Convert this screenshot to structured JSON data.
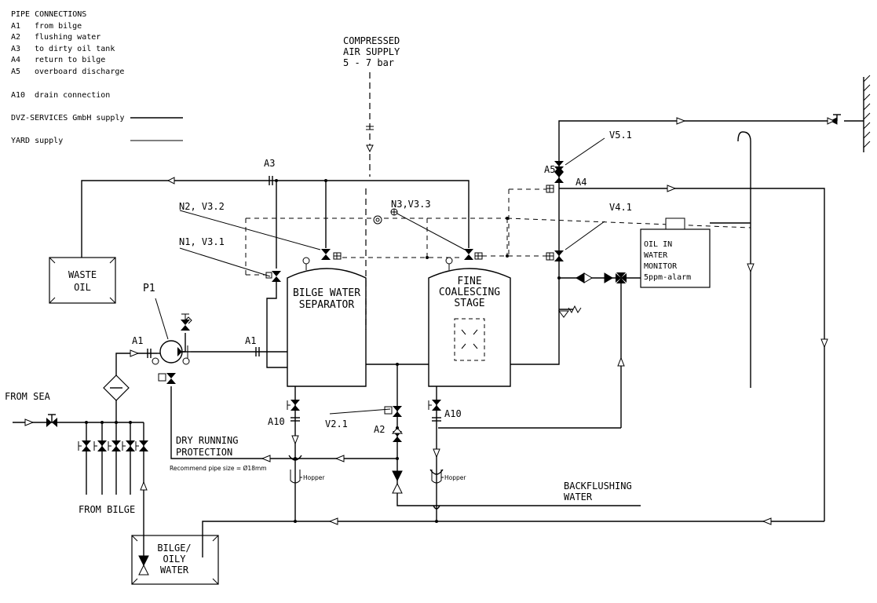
{
  "legend": {
    "title": "PIPE CONNECTIONS",
    "connections": [
      {
        "code": "A1",
        "desc": "from bilge"
      },
      {
        "code": "A2",
        "desc": "flushing water"
      },
      {
        "code": "A3",
        "desc": "to dirty oil tank"
      },
      {
        "code": "A4",
        "desc": "return to bilge"
      },
      {
        "code": "A5",
        "desc": "overboard discharge"
      }
    ],
    "drain": {
      "code": "A10",
      "desc": "drain connection"
    },
    "supplies": [
      {
        "label": "DVZ-SERVICES GmbH supply"
      },
      {
        "label": "YARD supply"
      }
    ]
  },
  "air_supply": [
    "COMPRESSED",
    "AIR SUPPLY",
    "5 - 7 bar"
  ],
  "components": {
    "separator": [
      "BILGE WATER",
      "SEPARATOR"
    ],
    "fine_stage": [
      "FINE",
      "COALESCING",
      "STAGE"
    ],
    "waste_oil": [
      "WASTE",
      "OIL"
    ],
    "monitor": [
      "OIL IN",
      "WATER",
      "MONITOR",
      "5ppm-alarm"
    ],
    "bilge_tank": [
      "BILGE/",
      "OILY",
      "WATER"
    ],
    "pump": "P1"
  },
  "labels": {
    "a1_left": "A1",
    "a1_right": "A1",
    "a3": "A3",
    "a5": "A5",
    "a4": "A4",
    "a2": "A2",
    "a10_left": "A10",
    "a10_right": "A10",
    "v51": "V5.1",
    "v41": "V4.1",
    "n2": "N2, V3.2",
    "n1": "N1, V3.1",
    "n3": "N3,V3.3",
    "v21": "V2.1",
    "from_sea": "FROM SEA",
    "from_bilge": "FROM BILGE",
    "dry_running": [
      "DRY RUNNING",
      "PROTECTION"
    ],
    "pipe_size": "Recommend pipe size = Ø18mm",
    "hopper_left": "Hopper",
    "hopper_right": "Hopper",
    "backflush": [
      "BACKFLUSHING",
      "WATER"
    ]
  }
}
